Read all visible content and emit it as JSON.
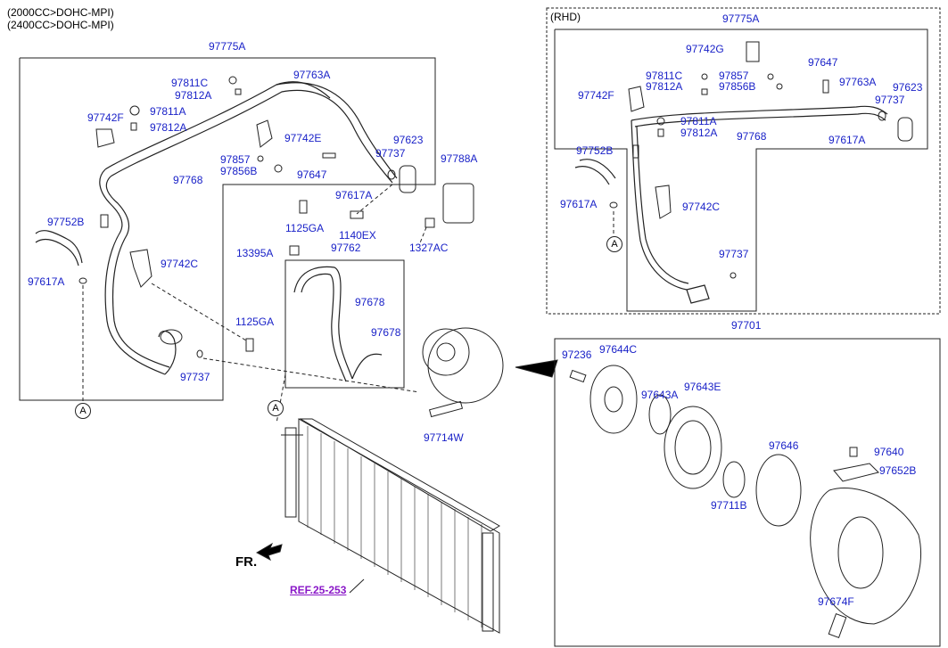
{
  "header": {
    "line1": "(2000CC>DOHC-MPI)",
    "line2": "(2400CC>DOHC-MPI)"
  },
  "rhd_label": "(RHD)",
  "ref_label": "REF.25-253",
  "front_label": "FR.",
  "circle_marker": "A",
  "left_assembly": {
    "l_97775A": "97775A",
    "l_97763A": "97763A",
    "l_97811C": "97811C",
    "l_97812A_a": "97812A",
    "l_97742F": "97742F",
    "l_97811A": "97811A",
    "l_97812A_b": "97812A",
    "l_97742E": "97742E",
    "l_97623": "97623",
    "l_97737_a": "97737",
    "l_97857": "97857",
    "l_97856B": "97856B",
    "l_97647": "97647",
    "l_97768": "97768",
    "l_97617A_a": "97617A",
    "l_97752B": "97752B",
    "l_97742C": "97742C",
    "l_97617A_b": "97617A",
    "l_1125GA_b": "1125GA",
    "l_97737_b": "97737"
  },
  "center_parts": {
    "l_97788A": "97788A",
    "l_1125GA_a": "1125GA",
    "l_1140EX": "1140EX",
    "l_1327AC": "1327AC",
    "l_13395A": "13395A",
    "l_97762": "97762",
    "l_97678_a": "97678",
    "l_97678_b": "97678",
    "l_97714W": "97714W"
  },
  "rhd_assembly": {
    "r_97775A": "97775A",
    "r_97742G": "97742G",
    "r_97647": "97647",
    "r_97811C": "97811C",
    "r_97857": "97857",
    "r_97763A": "97763A",
    "r_97623": "97623",
    "r_97812A_a": "97812A",
    "r_97856B": "97856B",
    "r_97742F": "97742F",
    "r_97737_a": "97737",
    "r_97811A": "97811A",
    "r_97812A_b": "97812A",
    "r_97768": "97768",
    "r_97617A_a": "97617A",
    "r_97752B": "97752B",
    "r_97617A_b": "97617A",
    "r_97742C": "97742C",
    "r_97737_b": "97737"
  },
  "compressor": {
    "c_97701": "97701",
    "c_97236": "97236",
    "c_97644C": "97644C",
    "c_97643A": "97643A",
    "c_97643E": "97643E",
    "c_97646": "97646",
    "c_97640": "97640",
    "c_97652B": "97652B",
    "c_97711B": "97711B",
    "c_97674F": "97674F"
  },
  "colors": {
    "label_blue": "#1a22c8",
    "ref_purple": "#8a18c8",
    "line_black": "#222222"
  }
}
